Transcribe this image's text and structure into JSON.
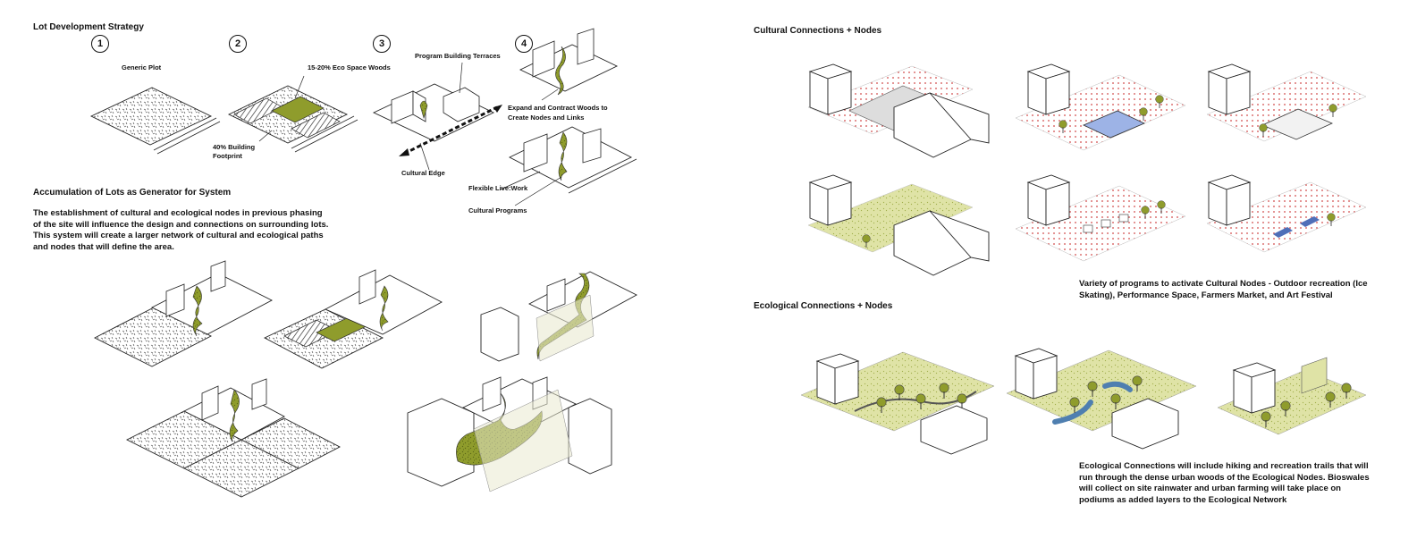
{
  "left": {
    "lot_strategy": {
      "title": "Lot Development Strategy",
      "steps": [
        "1",
        "2",
        "3",
        "4"
      ],
      "labels": {
        "generic_plot": "Generic Plot",
        "eco_space": "15-20% Eco Space Woods",
        "building_footprint_1": "40% Building",
        "building_footprint_2": "Footprint",
        "program_terraces": "Program Building Terraces",
        "expand_contract_1": "Expand and Contract Woods to",
        "expand_contract_2": "Create Nodes and Links",
        "cultural_edge": "Cultural Edge",
        "flexible_live_work": "Flexible Live:Work",
        "cultural_programs": "Cultural Programs"
      }
    },
    "accumulation": {
      "title": "Accumulation of Lots as Generator for System",
      "body": [
        "The establishment of cultural and ecological nodes in previous phasing",
        "of the site will influence the design and connections on surrounding lots.",
        "This system will create a larger network of cultural and ecological paths",
        "and nodes that will define the area."
      ]
    }
  },
  "right": {
    "cultural": {
      "title": "Cultural Connections + Nodes",
      "caption": [
        "Variety of programs to activate Cultural Nodes - Outdoor recreation (Ice",
        "Skating), Performance Space, Farmers Market, and Art Festival"
      ]
    },
    "ecological": {
      "title": "Ecological Connections + Nodes",
      "caption": [
        "Ecological Connections will include hiking and recreation trails that will",
        "run through the dense urban woods of the Ecological Nodes. Bioswales",
        "will collect on site rainwater and urban farming will take place on",
        "podiums as added layers to the Ecological Network"
      ]
    }
  },
  "colors": {
    "ink": "#111111",
    "woods_green": "#8a9a2a",
    "woods_light": "#cfd58f",
    "cultural_red": "#d24848",
    "ice_blue": "#9db3e6",
    "pond_blue": "#4f7fb0"
  }
}
